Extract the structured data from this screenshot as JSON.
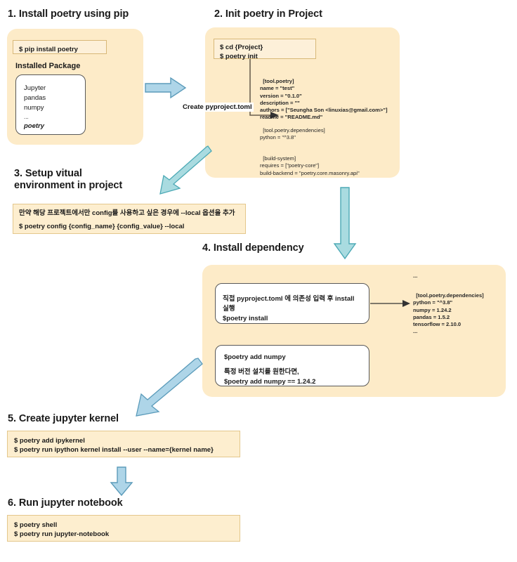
{
  "colors": {
    "panel_bg": "#fdebc8",
    "cmdbox_bg": "#fdf0d9",
    "cmdbox_border": "#d8b878",
    "arrow_fill": "#aed5e8",
    "arrow_stroke": "#5b9bba",
    "arrow_teal_fill": "#a9dbe0",
    "arrow_teal_stroke": "#4ca9b5",
    "connector_line": "#6b6050",
    "text": "#1a1a1a"
  },
  "sections": {
    "s1": {
      "heading": "1. Install poetry using pip",
      "command": "$ pip install poetry",
      "subheading": "Installed Package",
      "packages": [
        "Jupyter",
        "pandas",
        "numpy",
        "...",
        "poetry"
      ]
    },
    "s2": {
      "heading": "2. Init poetry in Project",
      "command_line1": "$ cd {Project}",
      "command_line2": "$ poetry init",
      "connector_label": "Create pyproject.toml",
      "toml_block1": "[tool.poetry]\nname = \"test\"\nversion = \"0.1.0\"\ndescription = \"\"\nauthors = [\"Seungha Son <linuxias@gmail.com>\"]\nreadme = \"README.md\"",
      "toml_block2": "[tool.poetry.dependencies]\npython = \"^3.8\"",
      "toml_block3": "[build-system]\nrequires = [\"poetry-core\"]\nbuild-backend = \"poetry.core.masonry.api\""
    },
    "s3": {
      "heading_line1": "3. Setup vitual",
      "heading_line2": "environment in project",
      "note": "만약 해당 프로젝트에서만 config를 사용하고 싶은 경우에 --local 옵션을 추가",
      "command": "$ poetry config {config_name} {config_value} --local"
    },
    "s4": {
      "heading": "4. Install dependency",
      "box1_line1": "직접 pyproject.toml 에 의존성 입력 후 install 실행",
      "box1_line2": "$poetry install",
      "box2_line1": "$poetry add numpy",
      "box2_line2": "특정 버전 설치를 원한다면,",
      "box2_line3": "$poetry add numpy == 1.24.2",
      "toml_ellipsis_top": "...",
      "toml_block": "[tool.poetry.dependencies]\npython = \"^3.8\"\nnumpy = 1.24.2\npandas = 1.5.2\ntensorflow = 2.10.0",
      "toml_ellipsis_bottom": "..."
    },
    "s5": {
      "heading": "5. Create jupyter kernel",
      "command_line1": "$ poetry add ipykernel",
      "command_line2": "$ poetry run ipython kernel install --user --name={kernel name}"
    },
    "s6": {
      "heading": "6. Run jupyter notebook",
      "command_line1": "$ poetry shell",
      "command_line2": "$ poetry run jupyter-notebook"
    }
  },
  "arrows": {
    "a1": "arrow-right-icon",
    "a2": "arrow-down-left-icon",
    "a3": "arrow-down-icon",
    "a4": "arrow-down-left-icon",
    "a5": "arrow-down-icon"
  }
}
